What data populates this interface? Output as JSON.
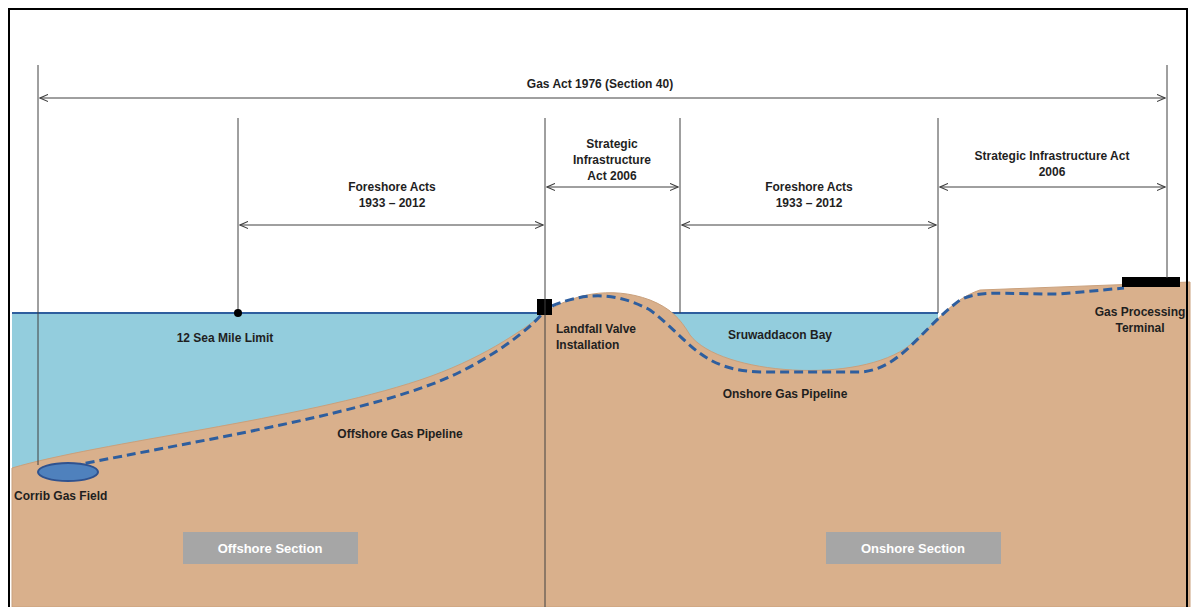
{
  "diagram": {
    "nodes": [
      {
        "text": [
          "Offshore Section"
        ]
      },
      {
        "text": [
          "Onshore Section"
        ]
      }
    ],
    "labels": [
      "Gas Act 1976 (Section 40)",
      "Foreshore Acts 1933 – 2012",
      "Strategic Infrastructure Act 2006",
      "Foreshore Acts 1933 – 2012",
      "Strategic Infrastructure Act 2006",
      "12 Sea Mile Limit",
      "Landfall Valve Installation",
      "Sruwaddacon Bay",
      "Onshore Gas Pipeline",
      "Offshore Gas Pipeline",
      "Corrib Gas Field",
      "Gas Processing Terminal"
    ]
  }
}
